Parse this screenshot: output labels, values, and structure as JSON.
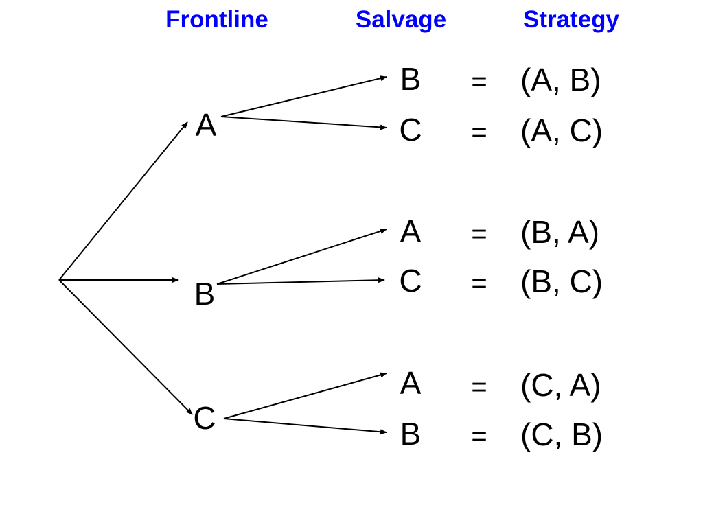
{
  "headers": {
    "frontline": "Frontline",
    "salvage": "Salvage",
    "strategy": "Strategy"
  },
  "colors": {
    "header": "#0000ff",
    "ink": "#000000"
  },
  "frontline": [
    {
      "label": "A",
      "salvage": [
        {
          "label": "B",
          "equals": "=",
          "strategy": "(A, B)"
        },
        {
          "label": "C",
          "equals": "=",
          "strategy": "(A, C)"
        }
      ]
    },
    {
      "label": "B",
      "salvage": [
        {
          "label": "A",
          "equals": "=",
          "strategy": "(B, A)"
        },
        {
          "label": "C",
          "equals": "=",
          "strategy": "(B, C)"
        }
      ]
    },
    {
      "label": "C",
      "salvage": [
        {
          "label": "A",
          "equals": "=",
          "strategy": "(C, A)"
        },
        {
          "label": "B",
          "equals": "=",
          "strategy": "(C, B)"
        }
      ]
    }
  ]
}
